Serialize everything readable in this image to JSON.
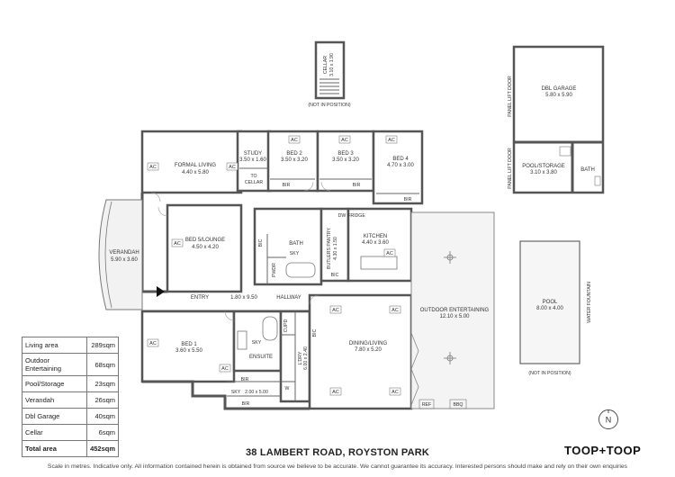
{
  "property": {
    "address": "38 LAMBERT ROAD, ROYSTON PARK",
    "brand": "TOOP+TOOP",
    "disclaimer": "Scale in metres. Indicative only. All information contained herein is obtained from source we believe to be accurate. We cannot guarantee its accuracy. Interested persons should make and rely on their own enquiries",
    "compass": "N"
  },
  "area_table": {
    "rows": [
      {
        "label": "Living area",
        "value": "289sqm"
      },
      {
        "label": "Outdoor Entertaining",
        "value": "68sqm"
      },
      {
        "label": "Pool/Storage",
        "value": "23sqm"
      },
      {
        "label": "Verandah",
        "value": "26sqm"
      },
      {
        "label": "Dbl Garage",
        "value": "40sqm"
      },
      {
        "label": "Cellar",
        "value": "6sqm"
      }
    ],
    "total": {
      "label": "Total area",
      "value": "452sqm"
    }
  },
  "rooms": {
    "cellar": {
      "name": "CELLAR",
      "size": "3.10 x 1.90"
    },
    "cellar_note": "(NOT IN POSITION)",
    "formal_living": {
      "name": "FORMAL LIVING",
      "size": "4.40 x 5.80"
    },
    "study": {
      "name": "STUDY",
      "size": "3.50 x 1.60"
    },
    "to_cellar": {
      "line1": "TO",
      "line2": "CELLAR"
    },
    "bed2": {
      "name": "BED 2",
      "size": "3.50 x 3.20"
    },
    "bed3": {
      "name": "BED 3",
      "size": "3.50 x 3.20"
    },
    "bed4": {
      "name": "BED 4",
      "size": "4.70 x 3.00"
    },
    "bed5": {
      "name": "BED 5/LOUNGE",
      "size": "4.50 x 4.20"
    },
    "verandah": {
      "name": "VERANDAH",
      "size": "5.90 x 3.60"
    },
    "bath": {
      "name": "BATH"
    },
    "pwdr": {
      "name": "PWDR"
    },
    "sky": "SKY",
    "bic": "BIC",
    "bir": "BIR",
    "butlers_pantry": {
      "name": "BUTLERS PANTRY",
      "size": "4.30 x 1.50"
    },
    "kitchen": {
      "name": "KITCHEN",
      "size": "4.40 x 3.60"
    },
    "dw": "DW",
    "fridge": "FRIDGE",
    "entry": {
      "name": "ENTRY"
    },
    "hallway": {
      "name": "HALLWAY",
      "size": "1.80 x 9.50"
    },
    "bed1": {
      "name": "BED 1",
      "size": "3.60 x 5.50"
    },
    "ensuite": {
      "name": "ENSUITE"
    },
    "wir_sky": {
      "name": "SKY",
      "size": "2.00 x 5.00"
    },
    "cupd": "CUPD",
    "wc": "W",
    "ldry": {
      "name": "L'DRY",
      "size": "6.00 x 2.40"
    },
    "dining": {
      "name": "DINING/LIVING",
      "size": "7.80 x 5.20"
    },
    "outdoor": {
      "name": "OUTDOOR ENTERTAINING",
      "size": "12.10 x 5.00"
    },
    "ref": "REF",
    "bbq": "BBQ",
    "dbl_garage": {
      "name": "DBL GARAGE",
      "size": "5.80 x 5.90"
    },
    "panel_lift_door": "PANEL LIFT DOOR",
    "pool_storage": {
      "name": "POOL/STORAGE",
      "size": "3.10 x 3.80"
    },
    "garage_bath": {
      "name": "BATH"
    },
    "pool": {
      "name": "POOL",
      "size": "8.00 x 4.00"
    },
    "water_fountain": "WATER FOUNTAIN",
    "pool_note": "(NOT IN POSITION)"
  },
  "ac_label": "AC"
}
